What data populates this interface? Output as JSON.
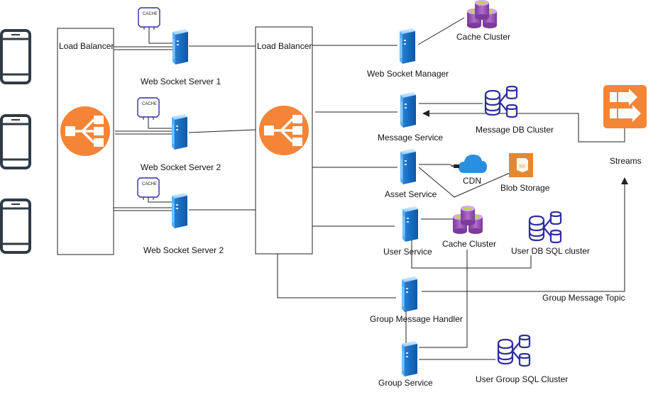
{
  "labels": {
    "lb1": "Load Balancer",
    "lb2": "Load Balancer",
    "ws1": "Web Socket Server 1",
    "ws2": "Web Socket Server 2",
    "ws3": "Web Socket Server 2",
    "wsm": "Web Socket Manager",
    "cache_top": "Cache Cluster",
    "msg_service": "Message Service",
    "msg_db": "Message DB Cluster",
    "streams": "Streams",
    "asset_service": "Asset Service",
    "cdn": "CDN",
    "blob": "Blob Storage",
    "user_service": "User Service",
    "cache_mid": "Cache Cluster",
    "user_db": "User DB SQL cluster",
    "group_topic": "Group Message Topic",
    "group_handler": "Group Message Handler",
    "group_service": "Group Service",
    "user_group_db": "User Group SQL Cluster",
    "cache_badge": "CACHE",
    "blob_badge": "SQL"
  },
  "icons": {
    "phone": "mobile-phone-icon",
    "load_balancer": "load-balancer-icon",
    "server": "server-icon",
    "cache": "cache-chip-icon",
    "cache_cluster": "cache-cluster-icon",
    "database": "database-cluster-icon",
    "cdn": "cloud-icon",
    "blob": "blob-storage-icon",
    "streams": "streams-icon"
  },
  "colors": {
    "orange": "#f58536",
    "server_blue": "#1e7fd8",
    "db_navy": "#2e2e9e",
    "cache_purple": "#9a4fb5",
    "cdn_blue": "#2b8fe0",
    "line": "#222222"
  }
}
